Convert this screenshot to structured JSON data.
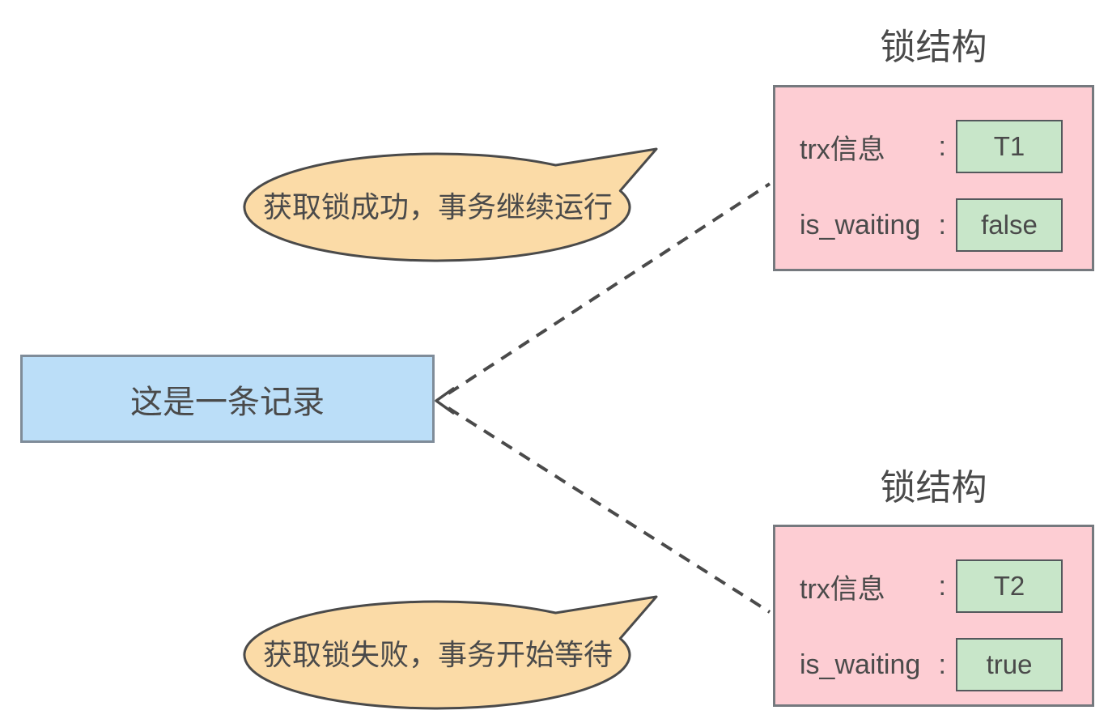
{
  "diagram": {
    "record_box": {
      "label": "这是一条记录"
    },
    "bubble_success": {
      "text": "获取锁成功，事务继续运行"
    },
    "bubble_fail": {
      "text": "获取锁失败，事务开始等待"
    },
    "lock_top": {
      "title": "锁结构",
      "rows": [
        {
          "label": "trx信息",
          "colon": ":",
          "value": "T1"
        },
        {
          "label": "is_waiting",
          "colon": ":",
          "value": "false"
        }
      ]
    },
    "lock_bottom": {
      "title": "锁结构",
      "rows": [
        {
          "label": "trx信息",
          "colon": ":",
          "value": "T2"
        },
        {
          "label": "is_waiting",
          "colon": ":",
          "value": "true"
        }
      ]
    },
    "colors": {
      "record_fill": "#BBDEF8",
      "record_border": "#7F8C99",
      "lock_fill": "#FDCDD3",
      "lock_border": "#75797E",
      "value_fill": "#C8E6C9",
      "value_border": "#54585C",
      "bubble_fill": "#FBDBA7",
      "bubble_border": "#4A4A4A",
      "line_color": "#4A4A4A",
      "text_color": "#4A4A4A"
    }
  }
}
